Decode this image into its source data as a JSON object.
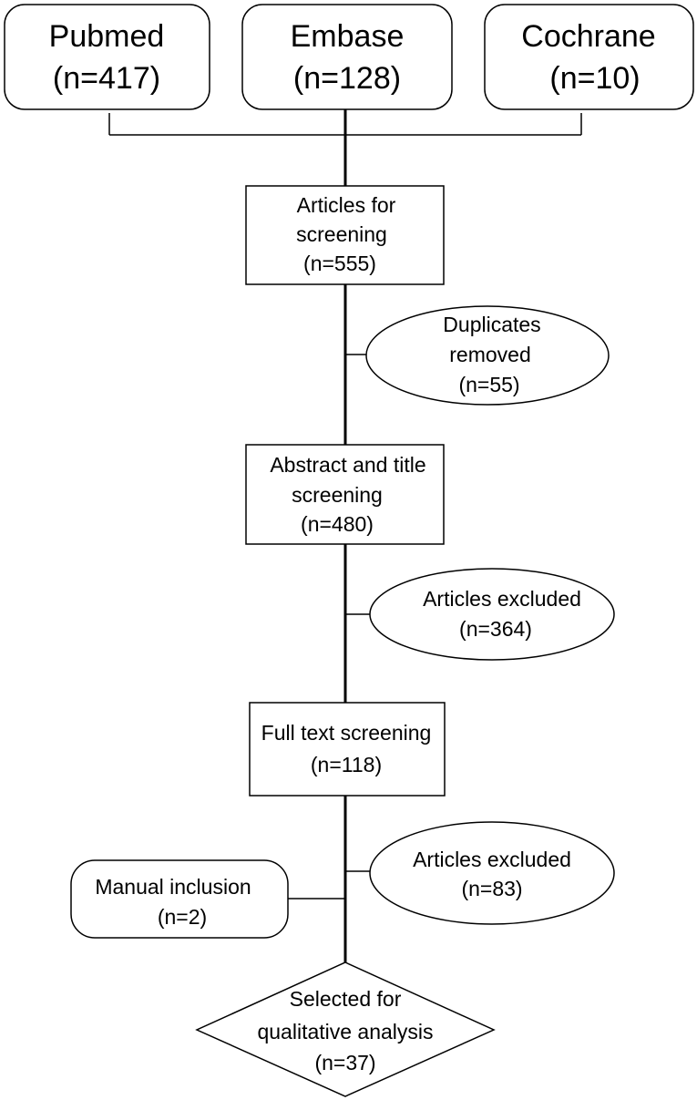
{
  "sources": [
    {
      "name": "Pubmed",
      "count": "(n=417)"
    },
    {
      "name": "Embase",
      "count": "(n=128)"
    },
    {
      "name": "Cochrane",
      "count": "(n=10)"
    }
  ],
  "steps": {
    "screening": {
      "lines": [
        "Articles for",
        "screening",
        "(n=555)"
      ]
    },
    "duplicates": {
      "lines": [
        "Duplicates",
        "removed",
        "(n=55)"
      ]
    },
    "abstract": {
      "lines": [
        "Abstract and title",
        "screening",
        "(n=480)"
      ]
    },
    "excluded1": {
      "lines": [
        "Articles excluded",
        "(n=364)"
      ]
    },
    "fulltext": {
      "lines": [
        "Full text screening",
        "(n=118)"
      ]
    },
    "excluded2": {
      "lines": [
        "Articles excluded",
        "(n=83)"
      ]
    },
    "manual": {
      "lines": [
        "Manual inclusion",
        "(n=2)"
      ]
    },
    "selected": {
      "lines": [
        "Selected for",
        "qualitative analysis",
        "(n=37)"
      ]
    }
  }
}
